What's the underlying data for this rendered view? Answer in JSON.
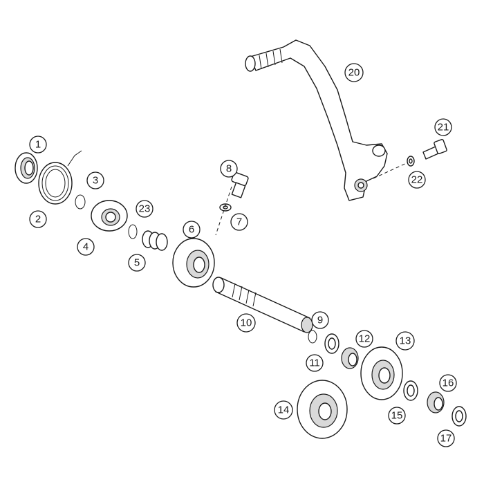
{
  "callouts": [
    {
      "id": "1",
      "label": "1"
    },
    {
      "id": "2",
      "label": "2"
    },
    {
      "id": "3",
      "label": "3"
    },
    {
      "id": "4",
      "label": "4"
    },
    {
      "id": "5",
      "label": "5"
    },
    {
      "id": "6",
      "label": "6"
    },
    {
      "id": "7",
      "label": "7"
    },
    {
      "id": "8",
      "label": "8"
    },
    {
      "id": "9",
      "label": "9"
    },
    {
      "id": "10",
      "label": "10"
    },
    {
      "id": "11",
      "label": "11"
    },
    {
      "id": "12",
      "label": "12"
    },
    {
      "id": "13",
      "label": "13"
    },
    {
      "id": "14",
      "label": "14"
    },
    {
      "id": "15",
      "label": "15"
    },
    {
      "id": "16",
      "label": "16"
    },
    {
      "id": "17",
      "label": "17"
    },
    {
      "id": "20",
      "label": "20"
    },
    {
      "id": "21",
      "label": "21"
    },
    {
      "id": "22",
      "label": "22"
    },
    {
      "id": "23",
      "label": "23"
    }
  ],
  "colors": {
    "line": "#1a1a1a",
    "fill": "#ffffff",
    "shade": "#d9d9d9"
  }
}
